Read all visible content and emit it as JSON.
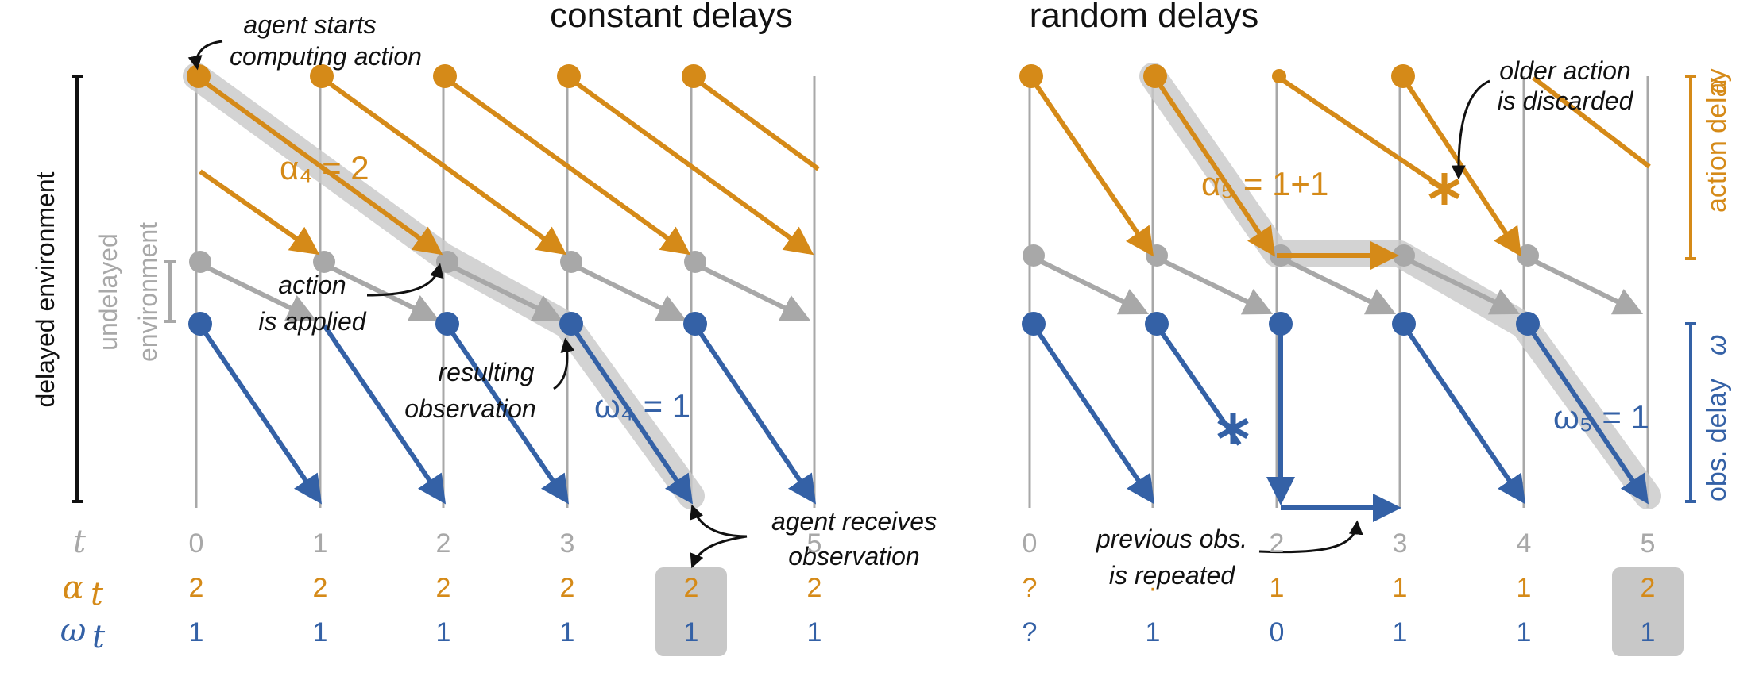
{
  "colors": {
    "action": "#d58a18",
    "obs": "#3461a6",
    "grey": "#a8a8a8",
    "highlight": "#c8c8c8",
    "text": "#111111"
  },
  "titles": {
    "constant": "constant delays",
    "random": "random delays"
  },
  "side_labels": {
    "delayed": "delayed environment",
    "undelayed_1": "undelayed",
    "undelayed_2": "environment",
    "action_delay": "action delay",
    "action_delay_sym": "α",
    "obs_delay": "obs. delay",
    "obs_delay_sym": "ω"
  },
  "annotations": {
    "agent_starts_1": "agent starts",
    "agent_starts_2": "computing action",
    "action_applied_1": "action",
    "action_applied_2": "is applied",
    "resulting_1": "resulting",
    "resulting_2": "observation",
    "agent_receives_1": "agent receives",
    "agent_receives_2": "observation",
    "older_1": "older action",
    "older_2": "is discarded",
    "previous_1": "previous obs.",
    "previous_2": "is repeated"
  },
  "labels": {
    "alpha4": "α₄ = 2",
    "omega4": "ω₄ = 1",
    "alpha5": "α₅ = 1+1",
    "omega5": "ω₅ = 1"
  },
  "rows": {
    "t": "t",
    "alpha": "α",
    "alpha_sub": "t",
    "omega": "ω",
    "omega_sub": "t"
  },
  "constant": {
    "t": [
      "0",
      "1",
      "2",
      "3",
      "",
      "5"
    ],
    "alpha": [
      "2",
      "2",
      "2",
      "2",
      "2",
      "2"
    ],
    "omega": [
      "1",
      "1",
      "1",
      "1",
      "1",
      "1"
    ]
  },
  "random": {
    "t": [
      "0",
      "",
      "2",
      "3",
      "4",
      "5"
    ],
    "alpha": [
      "?",
      "·",
      "1",
      "1",
      "1",
      "2"
    ],
    "omega": [
      "?",
      "1",
      "0",
      "1",
      "1",
      "1"
    ]
  }
}
